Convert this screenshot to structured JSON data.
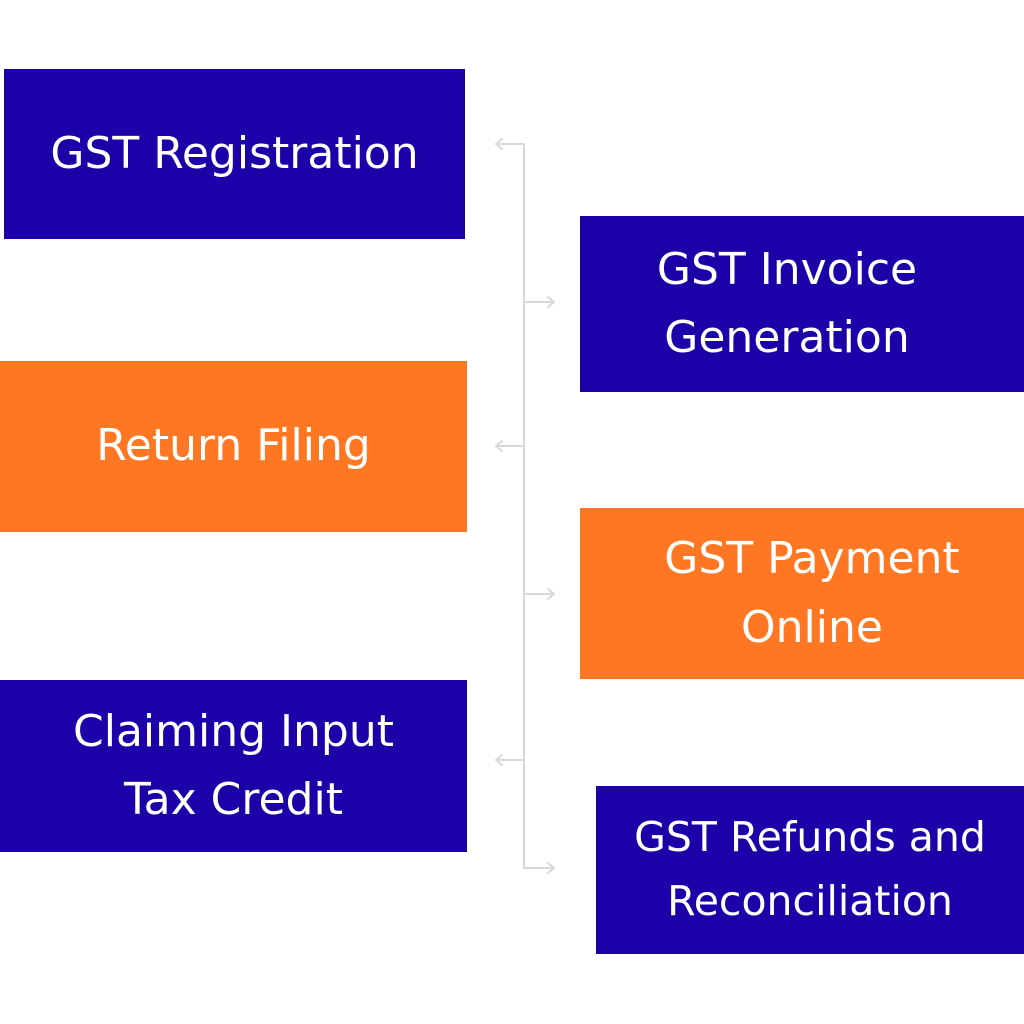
{
  "colors": {
    "primary_blue": "#1c00a8",
    "accent_orange": "#ff7722",
    "text": "#ffffff",
    "connector": "#d8d8d8"
  },
  "services": [
    {
      "id": "gst-registration",
      "label": "GST Registration",
      "color": "#1c00a8",
      "side": "left"
    },
    {
      "id": "gst-invoice-generation",
      "label": "GST Invoice\nGeneration",
      "color": "#1c00a8",
      "side": "right"
    },
    {
      "id": "return-filing",
      "label": "Return Filing",
      "color": "#ff7722",
      "side": "left"
    },
    {
      "id": "gst-payment-online",
      "label": "GST Payment\nOnline",
      "color": "#ff7722",
      "side": "right"
    },
    {
      "id": "claiming-input-tax-credit",
      "label": "Claiming Input\nTax Credit",
      "color": "#1c00a8",
      "side": "left"
    },
    {
      "id": "gst-refunds-reconciliation",
      "label": "GST Refunds and\nReconciliation",
      "color": "#1c00a8",
      "side": "right"
    }
  ]
}
